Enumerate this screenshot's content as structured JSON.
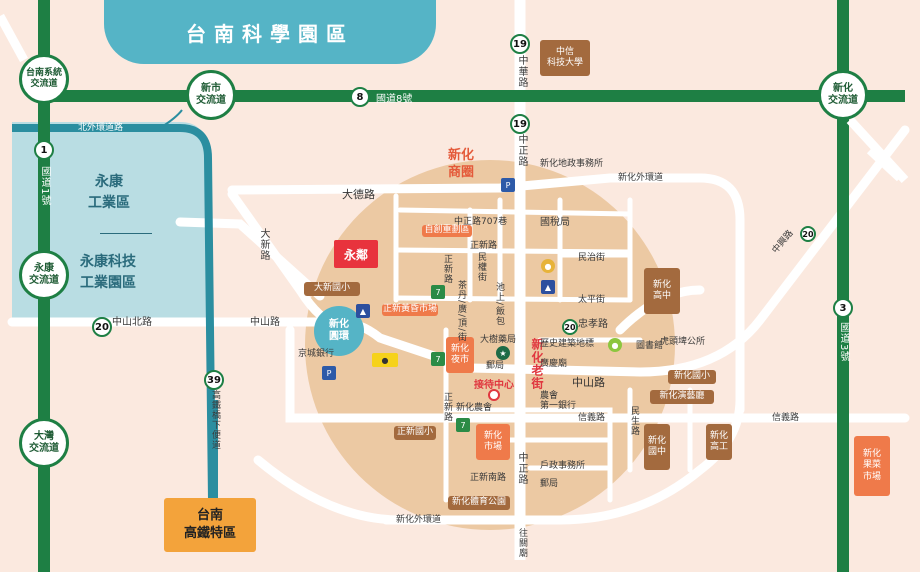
{
  "banner": {
    "title": "台南科學園區"
  },
  "districts": {
    "yongkang_industrial": "永康\n工業區",
    "yongkang_tech": "永康科技\n工業園區",
    "hsr": "台南\n高鐵特區",
    "xinhua_shopping": "新化\n商圈",
    "xinhua_old_street": "新化老街",
    "reception": "接待中心"
  },
  "interchanges": {
    "tainan_system": "台南系統\n交流道",
    "xinshi": "新市\n交流道",
    "xinhua_ic": "新化\n交流道",
    "yongkang_ic": "永康\n交流道",
    "dawan_ic": "大灣\n交流道",
    "xinhua_roundabout": "新化\n圓環"
  },
  "route_shields": {
    "r1": "1",
    "r8": "8",
    "r19a": "19",
    "r19b": "19",
    "r20a": "20",
    "r20b": "20",
    "r20c": "20",
    "r3": "3",
    "r39": "39"
  },
  "roads": {
    "freeway8": "國道8號",
    "freeway1": "國道1號",
    "freeway3": "國道3號",
    "zhonghua": "中華路",
    "zhongzheng_n": "中正路",
    "zhongzheng_s": "中正路",
    "beiwai": "北外環道路",
    "dade": "大德路",
    "daxin": "大新路",
    "zhongshan_n": "中山北路",
    "zhongshan": "中山路",
    "zhongshan_e": "中山路",
    "zhongxiao": "忠孝路",
    "xinhua_ring_n": "新化外環道",
    "xinhua_ring_s": "新化外環道",
    "zhongxing": "中興路",
    "gaotie": "高鐵橋下便道",
    "xinyi": "信義路",
    "xinyi_e": "信義路",
    "to_guanmiao": "往關廟",
    "minquan": "民權街",
    "chadingjie": "茶丹/廣/頂/街",
    "chishang": "池上/飯包",
    "zhengxin": "正新路",
    "zhengxin2": "正新路",
    "zhengxin3": "正新路",
    "zhengnan": "正新南路",
    "minzhi": "民治街",
    "taiping": "太平街",
    "minsheng": "民生路",
    "zhongzheng707": "中正路707巷"
  },
  "landmarks": {
    "zhongxin_univ": "中信\n科技大學",
    "zichuang": "自創重劃區",
    "daxin_elem": "大新國小",
    "zhengxin_huangjin": "正新黃昏市場",
    "xinhua_night": "新化\n夜市",
    "zhengxin_elem": "正新國小",
    "xinhua_market": "新化\n市場",
    "xinhua_gym": "新化體育公園",
    "xinhua_high": "新化\n高中",
    "xinhua_elem": "新化國小",
    "xinhua_arts": "新化演藝廳",
    "xinhua_junior": "新化\n國中",
    "xinhua_vocational": "新化\n高工",
    "xinhua_fruit": "新化\n果菜\n市場",
    "yongchang_logo": "永鄰"
  },
  "pois": {
    "land_office": "新化地政事務所",
    "tax_office": "國稅局",
    "dashu": "大樹藥局",
    "post": "郵局",
    "post2": "郵局",
    "history_museum": "歷史建築地標",
    "hu_gongyuan": "虎頭埤公所",
    "guangmian": "廣慶廟",
    "library": "圖書館",
    "farmers": "農會",
    "firstbank": "第一銀行",
    "jingcheng": "京城銀行",
    "xinhua_farmers": "新化農會",
    "household": "戶政事務所",
    "zhongxiao_lbl": "忠孝路"
  }
}
